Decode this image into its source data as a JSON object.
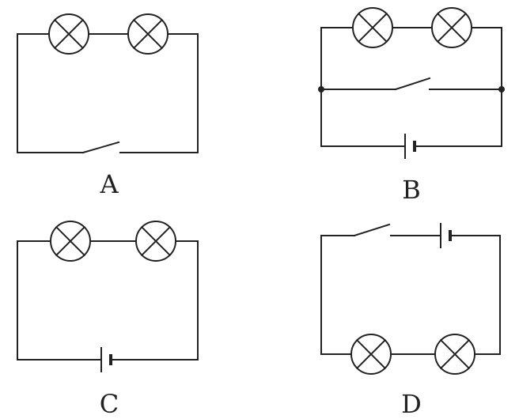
{
  "diagrams": [
    {
      "label": "A"
    },
    {
      "label": "B"
    },
    {
      "label": "C"
    },
    {
      "label": "D"
    }
  ],
  "colors": {
    "line": "#222222",
    "background": "#ffffff"
  }
}
